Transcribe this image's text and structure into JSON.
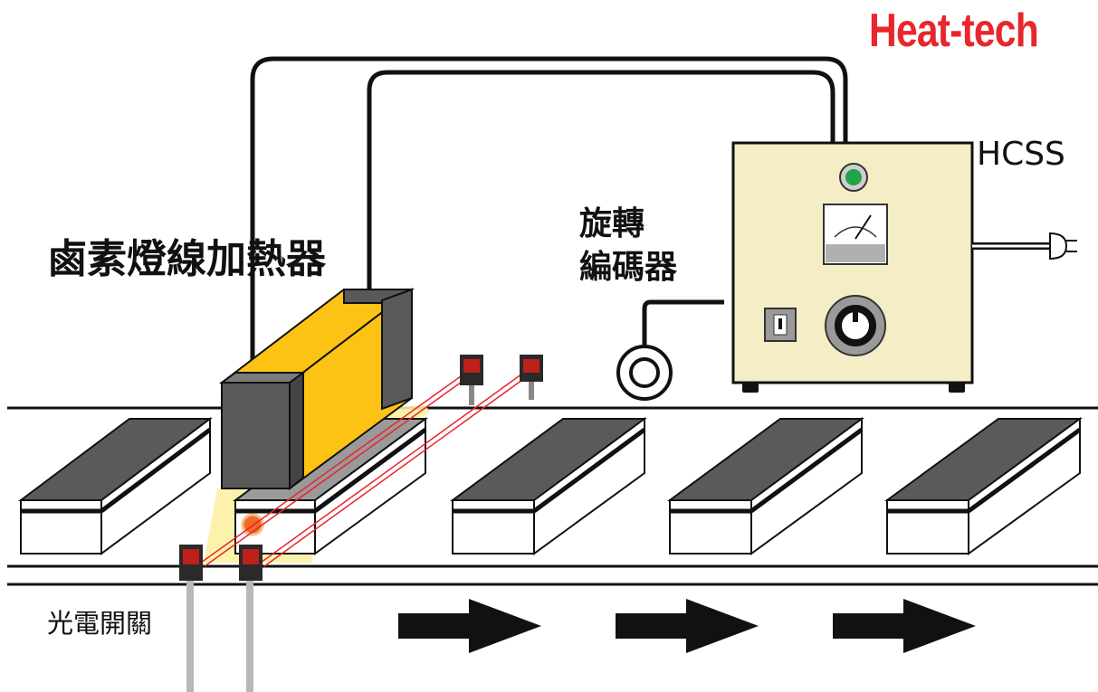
{
  "brand": {
    "text": "Heat-tech",
    "color": "#e8262b"
  },
  "labels": {
    "controller": "HCSS",
    "halogen_heater": "鹵素燈線加熱器",
    "rotary_encoder_line1": "旋轉",
    "rotary_encoder_line2": "編碼器",
    "photoelectric_switch": "光電開關"
  },
  "colors": {
    "heater_body": "#fcc214",
    "heater_end": "#595959",
    "controller_body": "#f5edc6",
    "indicator_lamp": "#21a34a",
    "sensor_beam": "#e8262b",
    "heat_spot": "#f06a2a",
    "heat_glow": "#fdf1a3"
  },
  "icons": [
    "indicator-lamp-icon",
    "analog-meter-icon",
    "power-switch-icon",
    "control-knob-icon",
    "power-plug-icon",
    "rotary-encoder-icon",
    "conveyor-direction-arrow-icon"
  ]
}
